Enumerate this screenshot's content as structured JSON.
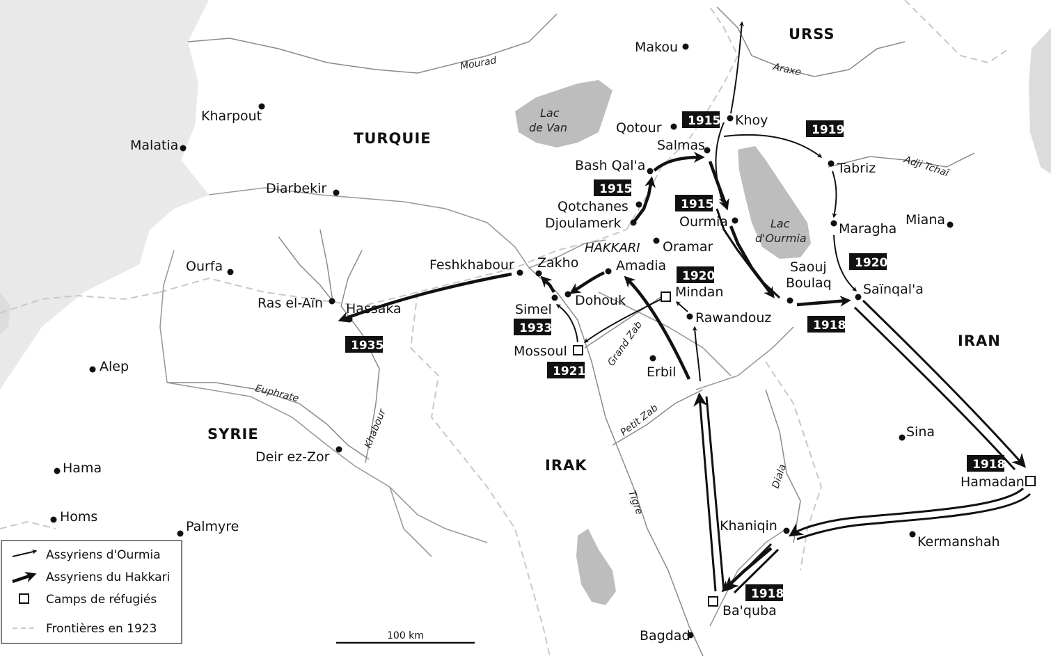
{
  "countries": {
    "urss": "URSS",
    "turquie": "TURQUIE",
    "iran": "IRAN",
    "irak": "IRAK",
    "syrie": "SYRIE"
  },
  "regions": {
    "hakkari": "HAKKARI"
  },
  "lakes": {
    "van_line1": "Lac",
    "van_line2": "de Van",
    "ourmia_line1": "Lac",
    "ourmia_line2": "d'Ourmia"
  },
  "rivers": {
    "mourad": "Mourad",
    "araxe": "Araxe",
    "adji_tchai": "Adji Tchaï",
    "euphrate": "Euphrate",
    "khabour": "Khabour",
    "grand_zab": "Grand Zab",
    "petit_zab": "Petit Zab",
    "tigre": "Tigre",
    "diala": "Diala"
  },
  "cities": {
    "makou": "Makou",
    "khoy": "Khoy",
    "qotour": "Qotour",
    "salmas": "Salmas",
    "tabriz": "Tabriz",
    "bash_qala": "Bash Qal'a",
    "qotchanes": "Qotchanes",
    "djoulamerk": "Djoulamerk",
    "ourmia": "Ourmia",
    "maragha": "Maragha",
    "miana": "Miana",
    "oramar": "Oramar",
    "amadia": "Amadia",
    "zakho": "Zakho",
    "feshkhabour": "Feshkhabour",
    "dohouk": "Dohouk",
    "simel": "Simel",
    "mindan": "Mindan",
    "rawandouz": "Rawandouz",
    "saouj_line1": "Saouj",
    "saouj_line2": "Boulaq",
    "sainqala": "Saïnqal'a",
    "mossoul": "Mossoul",
    "erbil": "Erbil",
    "kharpout": "Kharpout",
    "malatia": "Malatia",
    "diarbekir": "Diarbekir",
    "ourfa": "Ourfa",
    "ras_el_ain": "Ras el-Aïn",
    "hassaka": "Hassaka",
    "alep": "Alep",
    "deir_ez_zor": "Deir ez-Zor",
    "hama": "Hama",
    "homs": "Homs",
    "palmyre": "Palmyre",
    "sina": "Sina",
    "hamadan": "Hamadan",
    "kermanshah": "Kermanshah",
    "khaniqin": "Khaniqin",
    "baquba": "Ba'quba",
    "bagdad": "Bagdad"
  },
  "years": {
    "khoy_1915": "1915",
    "tabriz_1919": "1919",
    "bashqala_1915": "1915",
    "ourmia_1915": "1915",
    "mindan_1920": "1920",
    "sainqala_1920": "1920",
    "saouj_1918": "1918",
    "simel_1933": "1933",
    "mossoul_1921": "1921",
    "hassaka_1935": "1935",
    "hamadan_1918": "1918",
    "baquba_1918": "1918"
  },
  "legend": {
    "ourmia": "Assyriens d'Ourmia",
    "hakkari": "Assyriens du Hakkari",
    "camps": "Camps de réfugiés",
    "borders": "Frontières en 1923"
  },
  "scale": {
    "label": "100 km"
  },
  "colors": {
    "background": "#e9e9e9",
    "land": "#ffffff",
    "water": "#bdbdbd",
    "border_dashed": "#c8c8c8",
    "ink": "#111111"
  }
}
